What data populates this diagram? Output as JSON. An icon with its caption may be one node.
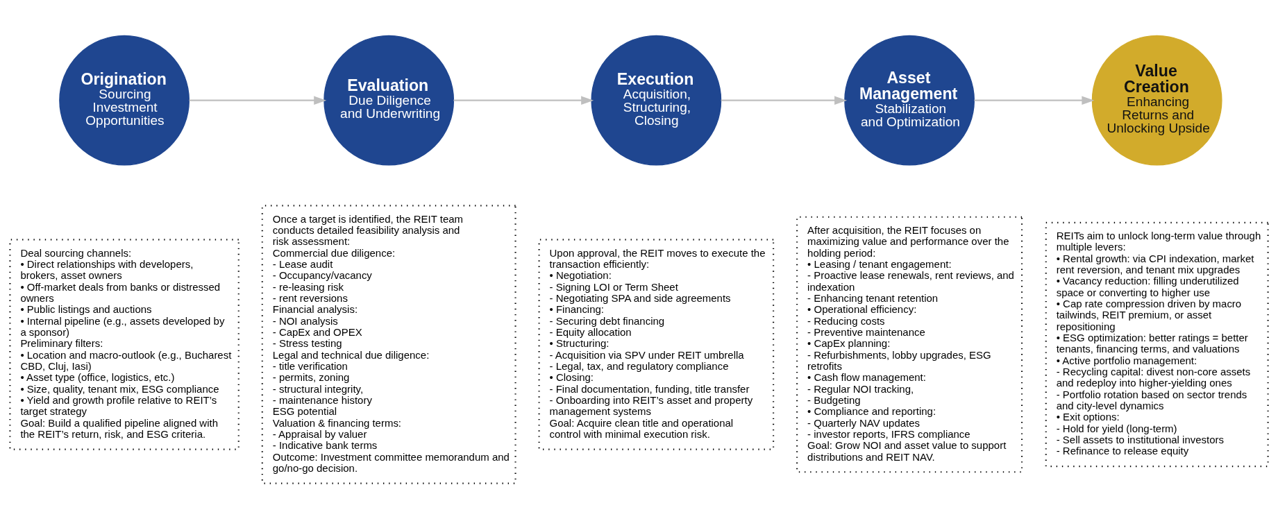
{
  "diagram": {
    "nodes": [
      {
        "text": [
          "Origination",
          "Sourcing Investment Opportunities"
        ]
      },
      {
        "text": [
          "Evaluation",
          "Due Diligence and Underwriting"
        ]
      },
      {
        "text": [
          "Execution",
          "Acquisition, Structuring, Closing"
        ]
      },
      {
        "text": [
          "Asset Management",
          "Stabilization and Optimization"
        ]
      },
      {
        "text": [
          "Value Creation",
          "Enhancing Returns and Unlocking Upside"
        ]
      },
      {
        "text": [
          "Deal sourcing channels:",
          "• Direct relationships with developers, brokers, asset owners",
          "• Off-market deals from banks or distressed owners",
          "• Public listings and auctions",
          "• Internal pipeline (e.g., assets developed by a sponsor)",
          "Preliminary filters:",
          "• Location and macro-outlook (e.g., Bucharest CBD, Cluj, Iasi)",
          "• Asset type (office, logistics, etc.)",
          "• Size, quality, tenant mix, ESG compliance",
          "• Yield and growth profile relative to REIT’s target strategy",
          "Goal: Build a qualified pipeline aligned with the REIT’s return, risk, and ESG criteria."
        ]
      },
      {
        "text": [
          "Once a target is identified, the REIT team conducts detailed feasibility analysis and risk assessment:",
          "Commercial due diligence:",
          "- Lease audit",
          "- Occupancy/vacancy",
          "- re-leasing risk",
          "- rent reversions",
          "Financial analysis:",
          "- NOI analysis",
          "- CapEx and OPEX",
          "- Stress testing",
          "Legal and technical due diligence:",
          "- title verification",
          "- permits, zoning",
          "- structural integrity,",
          "- maintenance history",
          "ESG potential",
          "Valuation & financing terms:",
          "- Appraisal by valuer",
          "- Indicative bank terms",
          "Outcome: Investment committee memorandum and go/no-go decision."
        ]
      },
      {
        "text": [
          "Upon approval, the REIT moves to execute the transaction efficiently:",
          "• Negotiation:",
          "- Signing LOI or Term Sheet",
          "- Negotiating SPA and side agreements",
          "• Financing:",
          "- Securing debt financing",
          "- Equity allocation",
          "• Structuring:",
          "- Acquisition via SPV under REIT umbrella",
          "- Legal, tax, and regulatory compliance",
          "• Closing:",
          "- Final documentation, funding, title transfer",
          "- Onboarding into REIT’s asset and property management systems",
          "Goal: Acquire clean title and operational control with minimal execution risk."
        ]
      },
      {
        "text": [
          "After acquisition, the REIT focuses on maximizing value and performance over the holding period:",
          "• Leasing / tenant engagement:",
          "- Proactive lease renewals, rent reviews, and indexation",
          "- Enhancing tenant retention",
          "• Operational efficiency:",
          "- Reducing costs",
          "- Preventive maintenance",
          "• CapEx planning:",
          "- Refurbishments, lobby upgrades, ESG retrofits",
          "• Cash flow management:",
          "- Regular NOI tracking,",
          "- Budgeting",
          "• Compliance and reporting:",
          "- Quarterly NAV updates",
          "- investor reports, IFRS compliance",
          "Goal: Grow NOI and asset value to support distributions and REIT NAV."
        ]
      },
      {
        "text": [
          "REITs aim to unlock long-term value through multiple levers:",
          "• Rental growth: via CPI indexation, market rent reversion, and tenant mix upgrades",
          "• Vacancy reduction: filling underutilized space or converting to higher use",
          "• Cap rate compression driven by macro tailwinds, REIT premium, or asset repositioning",
          "• ESG optimization: better ratings = better tenants, financing terms, and valuations",
          "• Active portfolio management:",
          "- Recycling capital: divest non-core assets and redeploy into higher-yielding ones",
          "- Portfolio rotation based on sector trends and city-level dynamics",
          "• Exit options:",
          "- Hold for yield (long-term)",
          "- Sell assets to institutional investors",
          "- Refinance to release equity"
        ]
      }
    ],
    "edges": [
      {
        "from": 0,
        "to": 1,
        "arrow": "to"
      },
      {
        "from": 1,
        "to": 2,
        "arrow": "to"
      },
      {
        "from": 2,
        "to": 3,
        "arrow": "to"
      },
      {
        "from": 3,
        "to": 4,
        "arrow": "to"
      }
    ]
  }
}
